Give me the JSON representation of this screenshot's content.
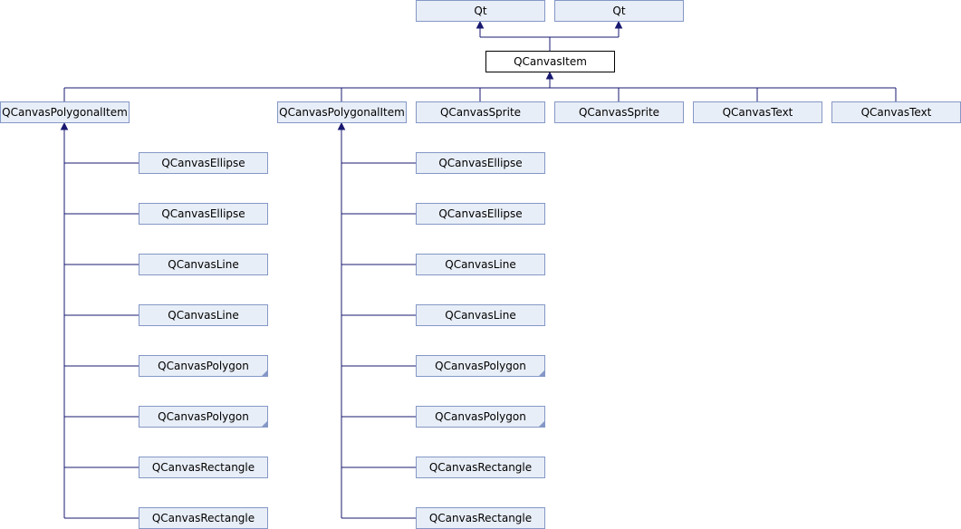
{
  "diagram": {
    "nodes": {
      "qt1": "Qt",
      "qt2": "Qt",
      "canvas_item": "QCanvasItem",
      "polygonal_1": "QCanvasPolygonalItem",
      "polygonal_2": "QCanvasPolygonalItem",
      "sprite_1": "QCanvasSprite",
      "sprite_2": "QCanvasSprite",
      "text_1": "QCanvasText",
      "text_2": "QCanvasText",
      "ellipse_1a": "QCanvasEllipse",
      "ellipse_1b": "QCanvasEllipse",
      "line_1a": "QCanvasLine",
      "line_1b": "QCanvasLine",
      "polygon_1a": "QCanvasPolygon",
      "polygon_1b": "QCanvasPolygon",
      "rectangle_1a": "QCanvasRectangle",
      "rectangle_1b": "QCanvasRectangle",
      "ellipse_2a": "QCanvasEllipse",
      "ellipse_2b": "QCanvasEllipse",
      "line_2a": "QCanvasLine",
      "line_2b": "QCanvasLine",
      "polygon_2a": "QCanvasPolygon",
      "polygon_2b": "QCanvasPolygon",
      "rectangle_2a": "QCanvasRectangle",
      "rectangle_2b": "QCanvasRectangle"
    },
    "colors": {
      "node_fill": "#e8eef7",
      "node_border": "#8497c6",
      "current_border": "#000000",
      "edge": "#191970"
    }
  }
}
